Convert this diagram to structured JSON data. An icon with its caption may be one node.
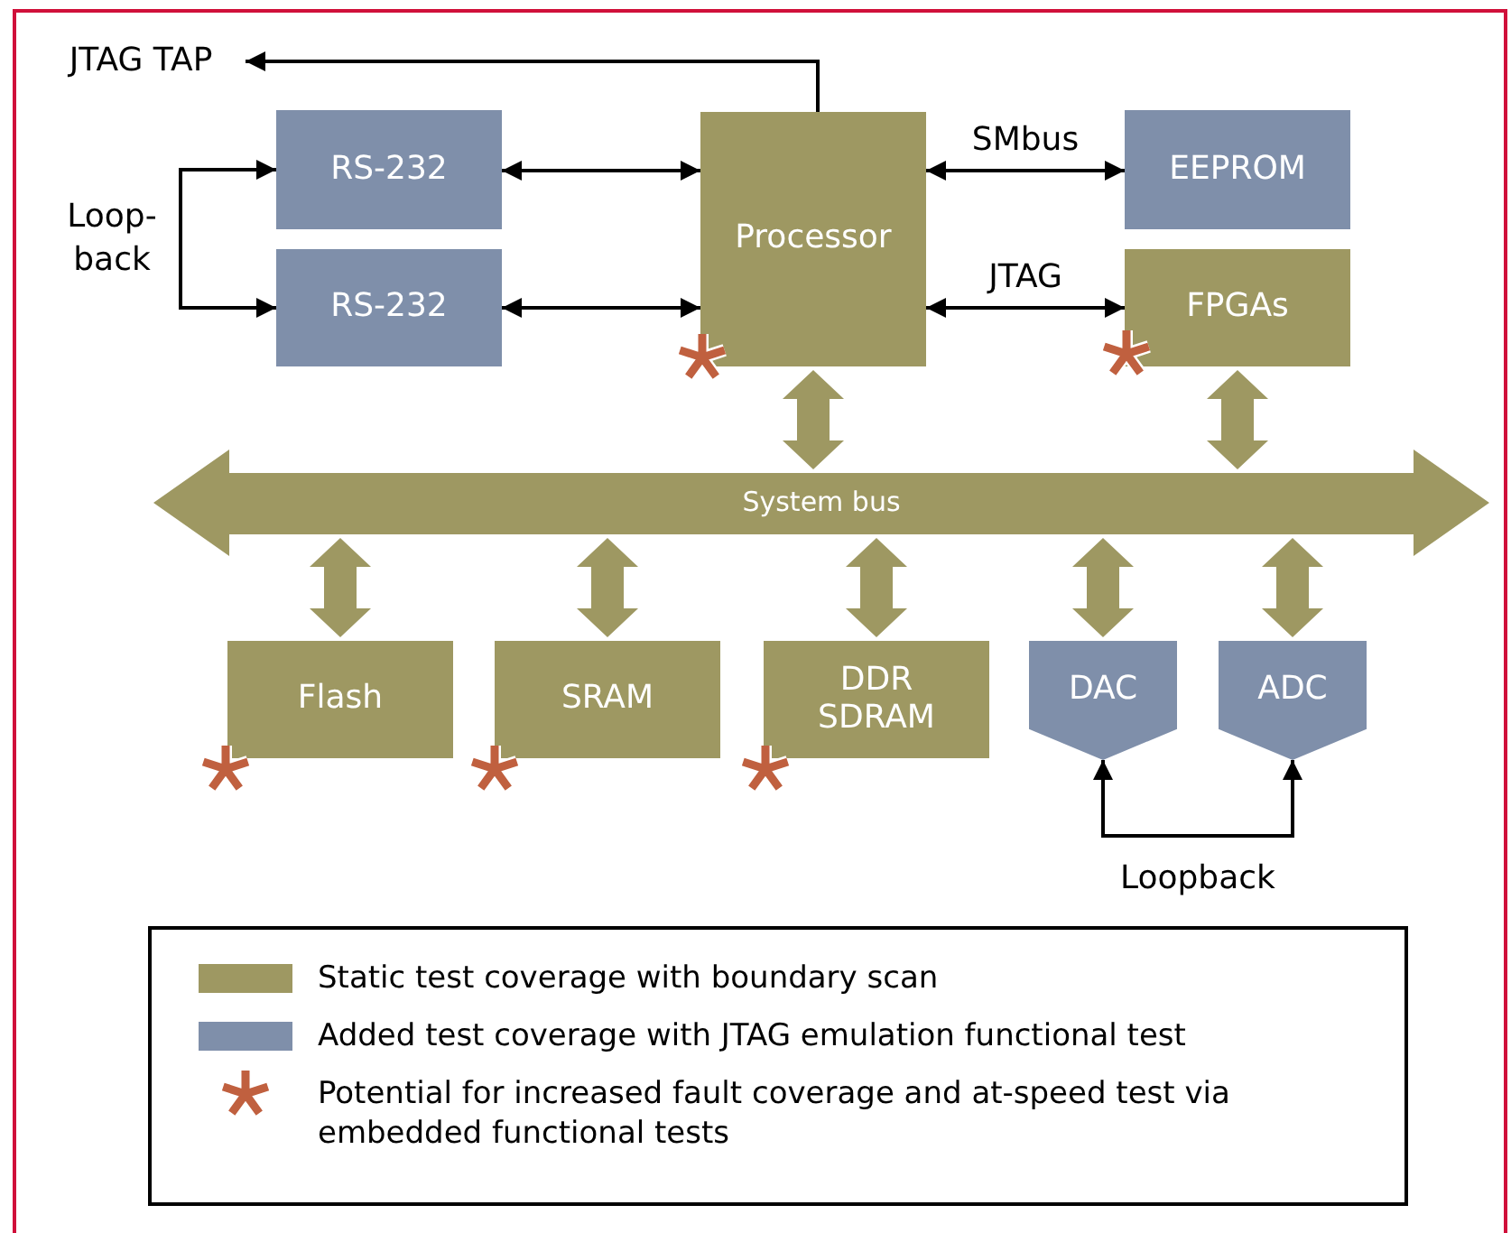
{
  "diagram": {
    "nodes": [
      {
        "text": [
          "JTAG TAP"
        ]
      },
      {
        "text": [
          "RS-232"
        ]
      },
      {
        "text": [
          "RS-232"
        ]
      },
      {
        "text": [
          "Processor"
        ]
      },
      {
        "text": [
          "EEPROM"
        ]
      },
      {
        "text": [
          "FPGAs"
        ]
      },
      {
        "text": [
          "System bus"
        ]
      },
      {
        "text": [
          "Flash"
        ]
      },
      {
        "text": [
          "SRAM"
        ]
      },
      {
        "text": [
          "DDR SDRAM"
        ]
      },
      {
        "text": [
          "DAC"
        ]
      },
      {
        "text": [
          "ADC"
        ]
      }
    ],
    "edges": [
      {
        "from": 3,
        "to": 0,
        "arrow": "to"
      },
      {
        "from": 1,
        "to": 3,
        "arrow": "both"
      },
      {
        "from": 2,
        "to": 3,
        "arrow": "both"
      },
      {
        "from": 3,
        "to": 4,
        "arrow": "both",
        "label": "SMbus"
      },
      {
        "from": 3,
        "to": 5,
        "arrow": "both",
        "label": "JTAG"
      },
      {
        "from": 1,
        "to": 2,
        "arrow": "both",
        "label": "Loop-back"
      },
      {
        "from": 3,
        "to": 6,
        "arrow": "both",
        "style": "thick",
        "color": "#9e9862"
      },
      {
        "from": 5,
        "to": 6,
        "arrow": "both",
        "style": "thick",
        "color": "#9e9862"
      },
      {
        "from": 6,
        "to": 7,
        "arrow": "both",
        "style": "thick",
        "color": "#9e9862"
      },
      {
        "from": 6,
        "to": 8,
        "arrow": "both",
        "style": "thick",
        "color": "#9e9862"
      },
      {
        "from": 6,
        "to": 9,
        "arrow": "both",
        "style": "thick",
        "color": "#9e9862"
      },
      {
        "from": 6,
        "to": 10,
        "arrow": "both",
        "style": "thick",
        "color": "#9e9862"
      },
      {
        "from": 6,
        "to": 11,
        "arrow": "both",
        "style": "thick",
        "color": "#9e9862"
      },
      {
        "from": 10,
        "to": 11,
        "arrow": "both",
        "label": "Loopback"
      }
    ],
    "legend": [
      {
        "text": "Static test coverage with boundary scan",
        "color": "#9e9862"
      },
      {
        "text": "Added test coverage with JTAG emulation functional test",
        "color": "#7f8faa"
      },
      {
        "text": "Potential for increased fault coverage and at-speed test via embedded functional tests"
      }
    ]
  }
}
